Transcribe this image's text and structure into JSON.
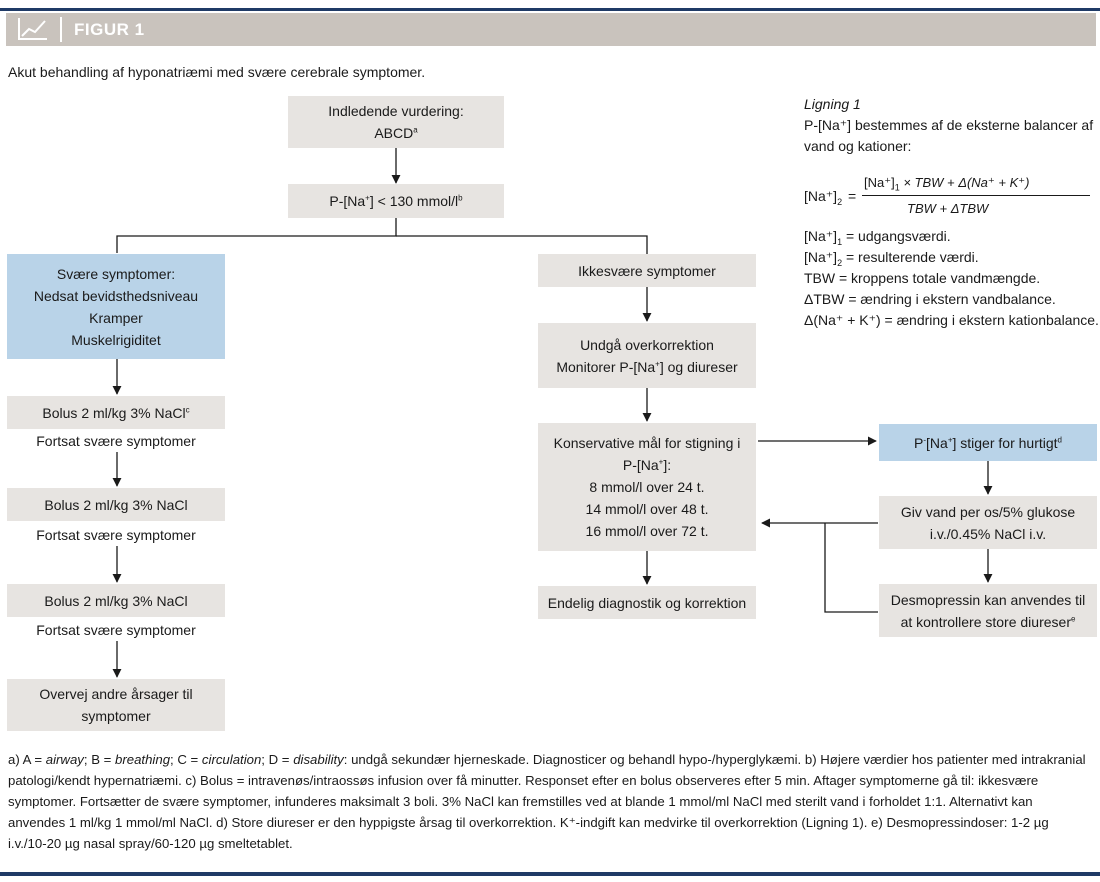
{
  "header": {
    "label": "FIGUR 1"
  },
  "subtitle": "Akut behandling af hyponatriæmi med svære cerebrale symptomer.",
  "boxes": {
    "initial_l1": "Indledende vurdering:",
    "initial_l2": "ABCD",
    "initial_sup": "a",
    "sodium_pre": "P-[Na",
    "sodium_plus": "+",
    "sodium_post": "] < 130 mmol/l",
    "sodium_sup": "b",
    "severe_title": "Svære symptomer:",
    "severe_1": "Nedsat bevidsthedsniveau",
    "severe_2": "Kramper",
    "severe_3": "Muskelrigiditet",
    "bolus1": "Bolus 2 ml/kg 3% NaCl",
    "bolus1_sup": "c",
    "bolus2": "Bolus 2 ml/kg 3% NaCl",
    "bolus3": "Bolus 2 ml/kg 3% NaCl",
    "cont1": "Fortsat svære symptomer",
    "cont2": "Fortsat svære symptomer",
    "cont3": "Fortsat svære symptomer",
    "consider_l1": "Overvej andre årsager til",
    "consider_l2": "symptomer",
    "nonsevere": "Ikkesvære symptomer",
    "avoid_l1": "Undgå overkorrektion",
    "avoid_l2a": "Monitorer P-[Na",
    "avoid_plus": "+",
    "avoid_l2b": "] og diureser",
    "goals_l1": "Konservative mål for stigning i",
    "goals_l2a": "P-[Na",
    "goals_plus": "+",
    "goals_l2b": "]:",
    "goals_l3": "8 mmol/l over 24 t.",
    "goals_l4": "14 mmol/l over 48 t.",
    "goals_l5": "16 mmol/l over 72 t.",
    "final": "Endelig diagnostik og korrektion",
    "rising_pre": "P",
    "rising_minus": "-",
    "rising_mid": "[Na",
    "rising_plus": "+",
    "rising_post": "] stiger for hurtigt",
    "rising_sup": "d",
    "water_l1": "Giv vand per os/5% glukose",
    "water_l2": "i.v./0.45% NaCl i.v.",
    "desmo_l1": "Desmopressin kan anvendes til",
    "desmo_l2": "at kontrollere store diureser",
    "desmo_sup": "e"
  },
  "equation": {
    "title": "Ligning 1",
    "desc_l1": "P-[Na⁺] bestemmes af de eksterne balancer af",
    "desc_l2": "vand og kationer:",
    "lhs": "[Na⁺]",
    "lhs_sub": "2",
    "equals": "=",
    "num_a": "[Na⁺]",
    "num_sub": "1",
    "num_b": " × TBW + Δ(Na⁺ + K⁺)",
    "den": "TBW + ΔTBW",
    "def1_a": "[Na⁺]",
    "def1_sub": "1",
    "def1_b": " = udgangsværdi.",
    "def2_a": "[Na⁺]",
    "def2_sub": "2",
    "def2_b": " = resulterende værdi.",
    "def3": "TBW = kroppens totale vandmængde.",
    "def4": "ΔTBW = ændring i ekstern vandbalance.",
    "def5": "Δ(Na⁺ + K⁺) = ændring i ekstern kationbalance."
  },
  "footnotes": {
    "a_pre": "a) A = ",
    "a_air": "airway",
    "a_b": "; B = ",
    "a_breath": "breathing",
    "a_c": "; C = ",
    "a_circ": "circulation",
    "a_d": "; D = ",
    "a_dis": "disability",
    "a_rest": ": undgå sekundær hjerneskade. Diagnosticer og behandl hypo-/hyperglykæmi. b) Højere værdier hos patienter med intrakranial patologi/kendt hypernatriæmi. c) Bolus = intravenøs/intraossøs infusion over få minutter. Responset efter en bolus observeres efter 5 min. Aftager symptomerne gå til: ikkesvære symptomer. Fortsætter de svære symptomer, infunderes maksimalt 3 boli. 3% NaCl kan fremstilles ved at blande 1 mmol/ml NaCl med sterilt vand i forholdet 1:1. Alternativt kan anvendes 1 ml/kg 1 mmol/ml NaCl. d) Store diureser er den hyppigste årsag til overkorrektion. K⁺-indgift kan medvirke til overkorrektion (Ligning 1). e) Desmopressindoser: 1-2 µg i.v./10-20 µg nasal spray/60-120 µg smeltetablet."
  },
  "colors": {
    "box": "#e7e4e1",
    "highlight": "#b9d3e8",
    "header": "#c9c3bd",
    "rule": "#1f3a66"
  }
}
